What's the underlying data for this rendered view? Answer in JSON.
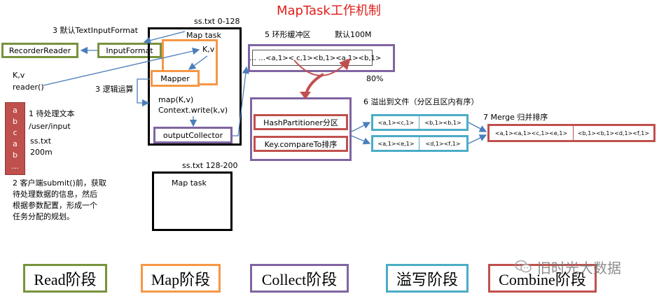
{
  "title": "MapTask工作机制",
  "colors": {
    "title": "#e0201b",
    "green": "#77933c",
    "orange": "#f79646",
    "purple": "#8064a2",
    "teal": "#4bacc6",
    "red": "#c0504d",
    "file_fill": "#c0504d",
    "arrow_blue": "#4a7ebb"
  },
  "read": {
    "step3_label": "3 默认TextInputFormat",
    "recorder_reader": "RecorderReader",
    "input_format": "InputFormat",
    "kv_label": "K,v",
    "reader_label": "reader()",
    "file_chars": [
      "a",
      "b",
      "c",
      "a",
      "b",
      "..."
    ],
    "step1_label": "1 待处理文本",
    "path_label": "/user/input",
    "file_name": "ss.txt",
    "file_size": "200m",
    "step2_lines": [
      "2 客户端submit()前，获取",
      "待处理数据的信息，然后",
      "根据参数配置，形成一个",
      "任务分配的规划。"
    ]
  },
  "map": {
    "split1_label": "ss.txt 0-128",
    "task_label": "Map task",
    "kv_label": "K,v",
    "mapper": "Mapper",
    "step3_label": "3 逻辑运算",
    "map_call": "map(K,v)",
    "context_write": "Context.write(k,v)",
    "output_collector": "outputCollector",
    "split2_label": "ss.txt 128-200",
    "task2_label": "Map task"
  },
  "collect": {
    "step5_label": "5 环形缓冲区",
    "default_label": "默认100M",
    "buffer_text": "… …<a,1>< c,1><b,1><a,1><b,1>",
    "percent": "80%",
    "partitioner": "HashPartitioner分区",
    "sorter": "Key.compareTo排序"
  },
  "spill": {
    "step6_label": "6 溢出到文件（分区且区内有序）",
    "cells": [
      [
        "<a,1><c,1>",
        "<b,1><b,1>"
      ],
      [
        "<a,1><e,1>",
        "<d,1><f,1>"
      ]
    ]
  },
  "combine": {
    "step7_label": "7 Merge 归并排序",
    "cells": [
      "<a,1><a,1><c,1><e,1>",
      "<b,1><b,1><d,1><f,1>"
    ]
  },
  "stages": [
    "Read阶段",
    "Map阶段",
    "Collect阶段",
    "溢写阶段",
    "Combine阶段"
  ],
  "watermark": "旧时光大数据"
}
